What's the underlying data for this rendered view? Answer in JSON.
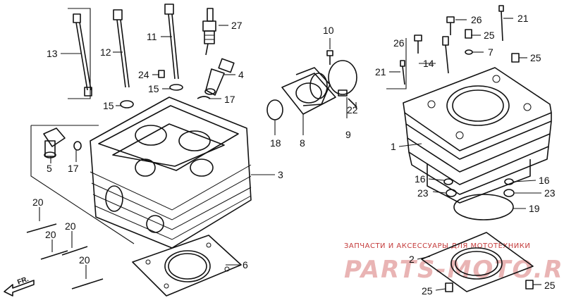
{
  "callouts": {
    "c1": "1",
    "c2": "2",
    "c3": "3",
    "c4": "4",
    "c5": "5",
    "c6": "6",
    "c7": "7",
    "c8": "8",
    "c9": "9",
    "c10": "10",
    "c11": "11",
    "c12": "12",
    "c13": "13",
    "c14": "14",
    "c15a": "15",
    "c15b": "15",
    "c16a": "16",
    "c16b": "16",
    "c17a": "17",
    "c17b": "17",
    "c18": "18",
    "c19": "19",
    "c20a": "20",
    "c20b": "20",
    "c20c": "20",
    "c20d": "20",
    "c21a": "21",
    "c21b": "21",
    "c22": "22",
    "c23a": "23",
    "c23b": "23",
    "c24": "24",
    "c25a": "25",
    "c25b": "25",
    "c25c": "25",
    "c25d": "25",
    "c26a": "26",
    "c26b": "26",
    "c27": "27"
  },
  "direction_marker": "FR.",
  "watermark": {
    "caption": "ЗАПЧАСТИ И АКСЕССУАРЫ ДЛЯ МОТОТЕХНИКИ",
    "brand": "PARTS-MOTO.RU"
  }
}
